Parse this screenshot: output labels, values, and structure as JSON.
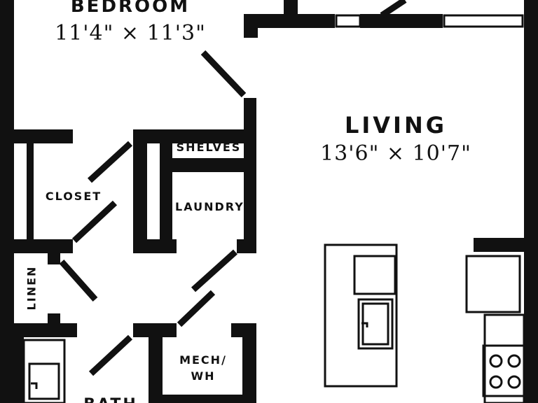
{
  "colors": {
    "wall": "#111111",
    "background": "#ffffff"
  },
  "rooms": {
    "bedroom": {
      "name": "BEDROOM",
      "dimensions": "11'4\" × 11'3\""
    },
    "living": {
      "name": "LIVING",
      "dimensions": "13'6\" × 10'7\""
    },
    "shelves": {
      "name": "SHELVES"
    },
    "closet": {
      "name": "CLOSET"
    },
    "laundry": {
      "name": "LAUNDRY"
    },
    "linen": {
      "name": "LINEN"
    },
    "mech": {
      "name_line1": "MECH/",
      "name_line2": "WH"
    },
    "bath": {
      "name": "BATH"
    }
  },
  "fixtures": [
    "sink-icon",
    "stove-icon",
    "bath-sink-icon",
    "refrigerator-icon",
    "kitchen-island"
  ]
}
